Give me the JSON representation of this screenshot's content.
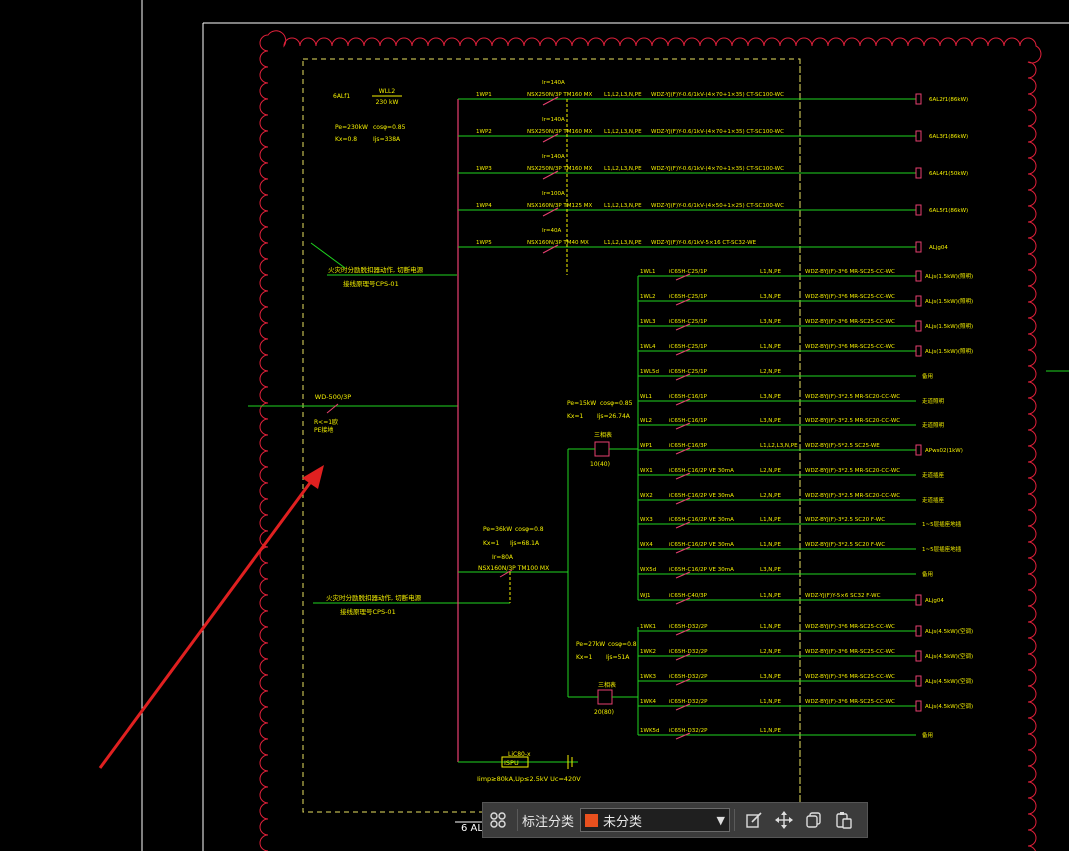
{
  "drawing": {
    "panel_id": "6ALf1",
    "feeder_label": "WLL2",
    "feeder_power": "230 kW",
    "pe_main": "Pe=230kW",
    "cos_main": "cosφ=0.85",
    "kx_main": "Kx=0.8",
    "ijs_main": "Ijs=338A",
    "incoming_breaker": "WD-500/3P",
    "earth_note1": "R<=1欧",
    "earth_note2": "PE接地",
    "fire_note1": "火灾时分励脱扣器动作, 切断电源",
    "fire_note1b": "接线原理号CPS-01",
    "fire_note2": "火灾时分励脱扣器动作, 切断电源",
    "fire_note2b": "接线原理号CPS-01",
    "spd_model": "LiC80-x",
    "spd_label": "ISPU",
    "spd_spec": "Iimp≥80kA,Up≤2.5kV Uc=420V",
    "title_partial": "6 AL",
    "upper_feeders": [
      {
        "id": "1WP1",
        "setting": "Ir=140A",
        "breaker": "NSX250N/3P TM160 MX",
        "phase": "L1,L2,L3,N,PE",
        "cable": "WDZ-YJ(F)Y-0.6/1kV-(4×70+1×35) CT-SC100-WC",
        "dest": "6AL2f1(86kW)"
      },
      {
        "id": "1WP2",
        "setting": "Ir=140A",
        "breaker": "NSX250N/3P TM160 MX",
        "phase": "L1,L2,L3,N,PE",
        "cable": "WDZ-YJ(F)Y-0.6/1kV-(4×70+1×35) CT-SC100-WC",
        "dest": "6AL3f1(86kW)"
      },
      {
        "id": "1WP3",
        "setting": "Ir=140A",
        "breaker": "NSX250N/3P TM160 MX",
        "phase": "L1,L2,L3,N,PE",
        "cable": "WDZ-YJ(F)Y-0.6/1kV-(4×70+1×35) CT-SC100-WC",
        "dest": "6AL4f1(50kW)"
      },
      {
        "id": "1WP4",
        "setting": "Ir=100A",
        "breaker": "NSX160N/3P TM125 MX",
        "phase": "L1,L2,L3,N,PE",
        "cable": "WDZ-YJ(F)Y-0.6/1kV-(4×50+1×25) CT-SC100-WC",
        "dest": "6AL5f1(86kW)"
      },
      {
        "id": "1WP5",
        "setting": "Ir=40A",
        "breaker": "NSX160N/3P TM40 MX",
        "phase": "L1,L2,L3,N,PE",
        "cable": "WDZ-YJ(F)Y-0.6/1kV-5×16 CT-SC32-WE",
        "dest": "ALjg04"
      }
    ],
    "sub1": {
      "pe": "Pe=15kW",
      "cos": "cosφ=0.85",
      "kx": "Kx=1",
      "ijs": "Ijs=26.74A",
      "meter": "三相表",
      "meter_rate": "10(40)"
    },
    "sub2": {
      "pe": "Pe=36kW",
      "cos": "cosφ=0.8",
      "kx": "Kx=1",
      "ijs": "Ijs=68.1A",
      "setting": "Ir=80A",
      "breaker": "NSX160N/3P TM100 MX"
    },
    "sub3": {
      "pe": "Pe=27kW",
      "cos": "cosφ=0.8",
      "kx": "Kx=1",
      "ijs": "Ijs=51A",
      "meter": "三相表",
      "meter_rate": "20(80)"
    },
    "branches": [
      {
        "id": "1WL1",
        "breaker": "iC65H-C25/1P",
        "phase": "L1,N,PE",
        "cable": "WDZ-BYJ(F)-3*6 MR-SC25-CC-WC",
        "dest": "ALjs(1.5kW)(照明)"
      },
      {
        "id": "1WL2",
        "breaker": "iC65H-C25/1P",
        "phase": "L3,N,PE",
        "cable": "WDZ-BYJ(F)-3*6 MR-SC25-CC-WC",
        "dest": "ALjs(1.5kW)(照明)"
      },
      {
        "id": "1WL3",
        "breaker": "iC65H-C25/1P",
        "phase": "L3,N,PE",
        "cable": "WDZ-BYJ(F)-3*6 MR-SC25-CC-WC",
        "dest": "ALjs(1.5kW)(照明)"
      },
      {
        "id": "1WL4",
        "breaker": "iC65H-C25/1P",
        "phase": "L1,N,PE",
        "cable": "WDZ-BYJ(F)-3*6 MR-SC25-CC-WC",
        "dest": "ALjs(1.5kW)(照明)"
      },
      {
        "id": "1WL5d",
        "breaker": "iC65H-C25/1P",
        "phase": "L2,N,PE",
        "cable": "",
        "dest": "备用"
      },
      {
        "id": "WL1",
        "breaker": "iC65H-C16/1P",
        "phase": "L3,N,PE",
        "cable": "WDZ-BYJ(F)-3*2.5 MR-SC20-CC-WC",
        "dest": "走道照明"
      },
      {
        "id": "WL2",
        "breaker": "iC65H-C16/1P",
        "phase": "L3,N,PE",
        "cable": "WDZ-BYJ(F)-3*2.5 MR-SC20-CC-WC",
        "dest": "走道照明"
      },
      {
        "id": "WP1",
        "breaker": "iC65H-C16/3P",
        "phase": "L1,L2,L3,N,PE",
        "cable": "WDZ-BYJ(F)-5*2.5 SC25-WE",
        "dest": "APws02(1kW)"
      },
      {
        "id": "WX1",
        "breaker": "iC65H-C16/2P VE 30mA",
        "phase": "L2,N,PE",
        "cable": "WDZ-BYJ(F)-3*2.5 MR-SC20-CC-WC",
        "dest": "走道插座"
      },
      {
        "id": "WX2",
        "breaker": "iC65H-C16/2P VE 30mA",
        "phase": "L2,N,PE",
        "cable": "WDZ-BYJ(F)-3*2.5 MR-SC20-CC-WC",
        "dest": "走道插座"
      },
      {
        "id": "WX3",
        "breaker": "iC65H-C16/2P VE 30mA",
        "phase": "L1,N,PE",
        "cable": "WDZ-BYJ(F)-3*2.5 SC20 F-WC",
        "dest": "1~5层插座地插"
      },
      {
        "id": "WX4",
        "breaker": "iC65H-C16/2P VE 30mA",
        "phase": "L1,N,PE",
        "cable": "WDZ-BYJ(F)-3*2.5 SC20 F-WC",
        "dest": "1~5层插座地插"
      },
      {
        "id": "WX5d",
        "breaker": "iC65H-C16/2P VE 30mA",
        "phase": "L3,N,PE",
        "cable": "",
        "dest": "备用"
      },
      {
        "id": "WJ1",
        "breaker": "iC65H-C40/3P",
        "phase": "L1,N,PE",
        "cable": "WDZ-YJ(F)Y-5×6 SC32 F-WC",
        "dest": "ALjg04"
      },
      {
        "id": "1WK1",
        "breaker": "iC65H-D32/2P",
        "phase": "L1,N,PE",
        "cable": "WDZ-BYJ(F)-3*6 MR-SC25-CC-WC",
        "dest": "ALjs(4.5kW)(空调)"
      },
      {
        "id": "1WK2",
        "breaker": "iC65H-D32/2P",
        "phase": "L2,N,PE",
        "cable": "WDZ-BYJ(F)-3*6 MR-SC25-CC-WC",
        "dest": "ALjs(4.5kW)(空调)"
      },
      {
        "id": "1WK3",
        "breaker": "iC65H-D32/2P",
        "phase": "L3,N,PE",
        "cable": "WDZ-BYJ(F)-3*6 MR-SC25-CC-WC",
        "dest": "ALjs(4.5kW)(空调)"
      },
      {
        "id": "1WK4",
        "breaker": "iC65H-D32/2P",
        "phase": "L1,N,PE",
        "cable": "WDZ-BYJ(F)-3*6 MR-SC25-CC-WC",
        "dest": "ALjs(4.5kW)(空调)"
      },
      {
        "id": "1WK5d",
        "breaker": "iC65H-D32/2P",
        "phase": "L1,N,PE",
        "cable": "",
        "dest": "备用"
      }
    ]
  },
  "toolbar": {
    "category_label": "标注分类",
    "category_value": "未分类",
    "category_color": "#e8501e"
  },
  "colors": {
    "bg": "#000000",
    "frame": "#ffffff",
    "cloud": "#e0203a",
    "dashed_box": "#e8e060",
    "wire": "#1fd41f",
    "bus": "#e84070",
    "text": "#f4f000",
    "arrow": "#e02020"
  }
}
